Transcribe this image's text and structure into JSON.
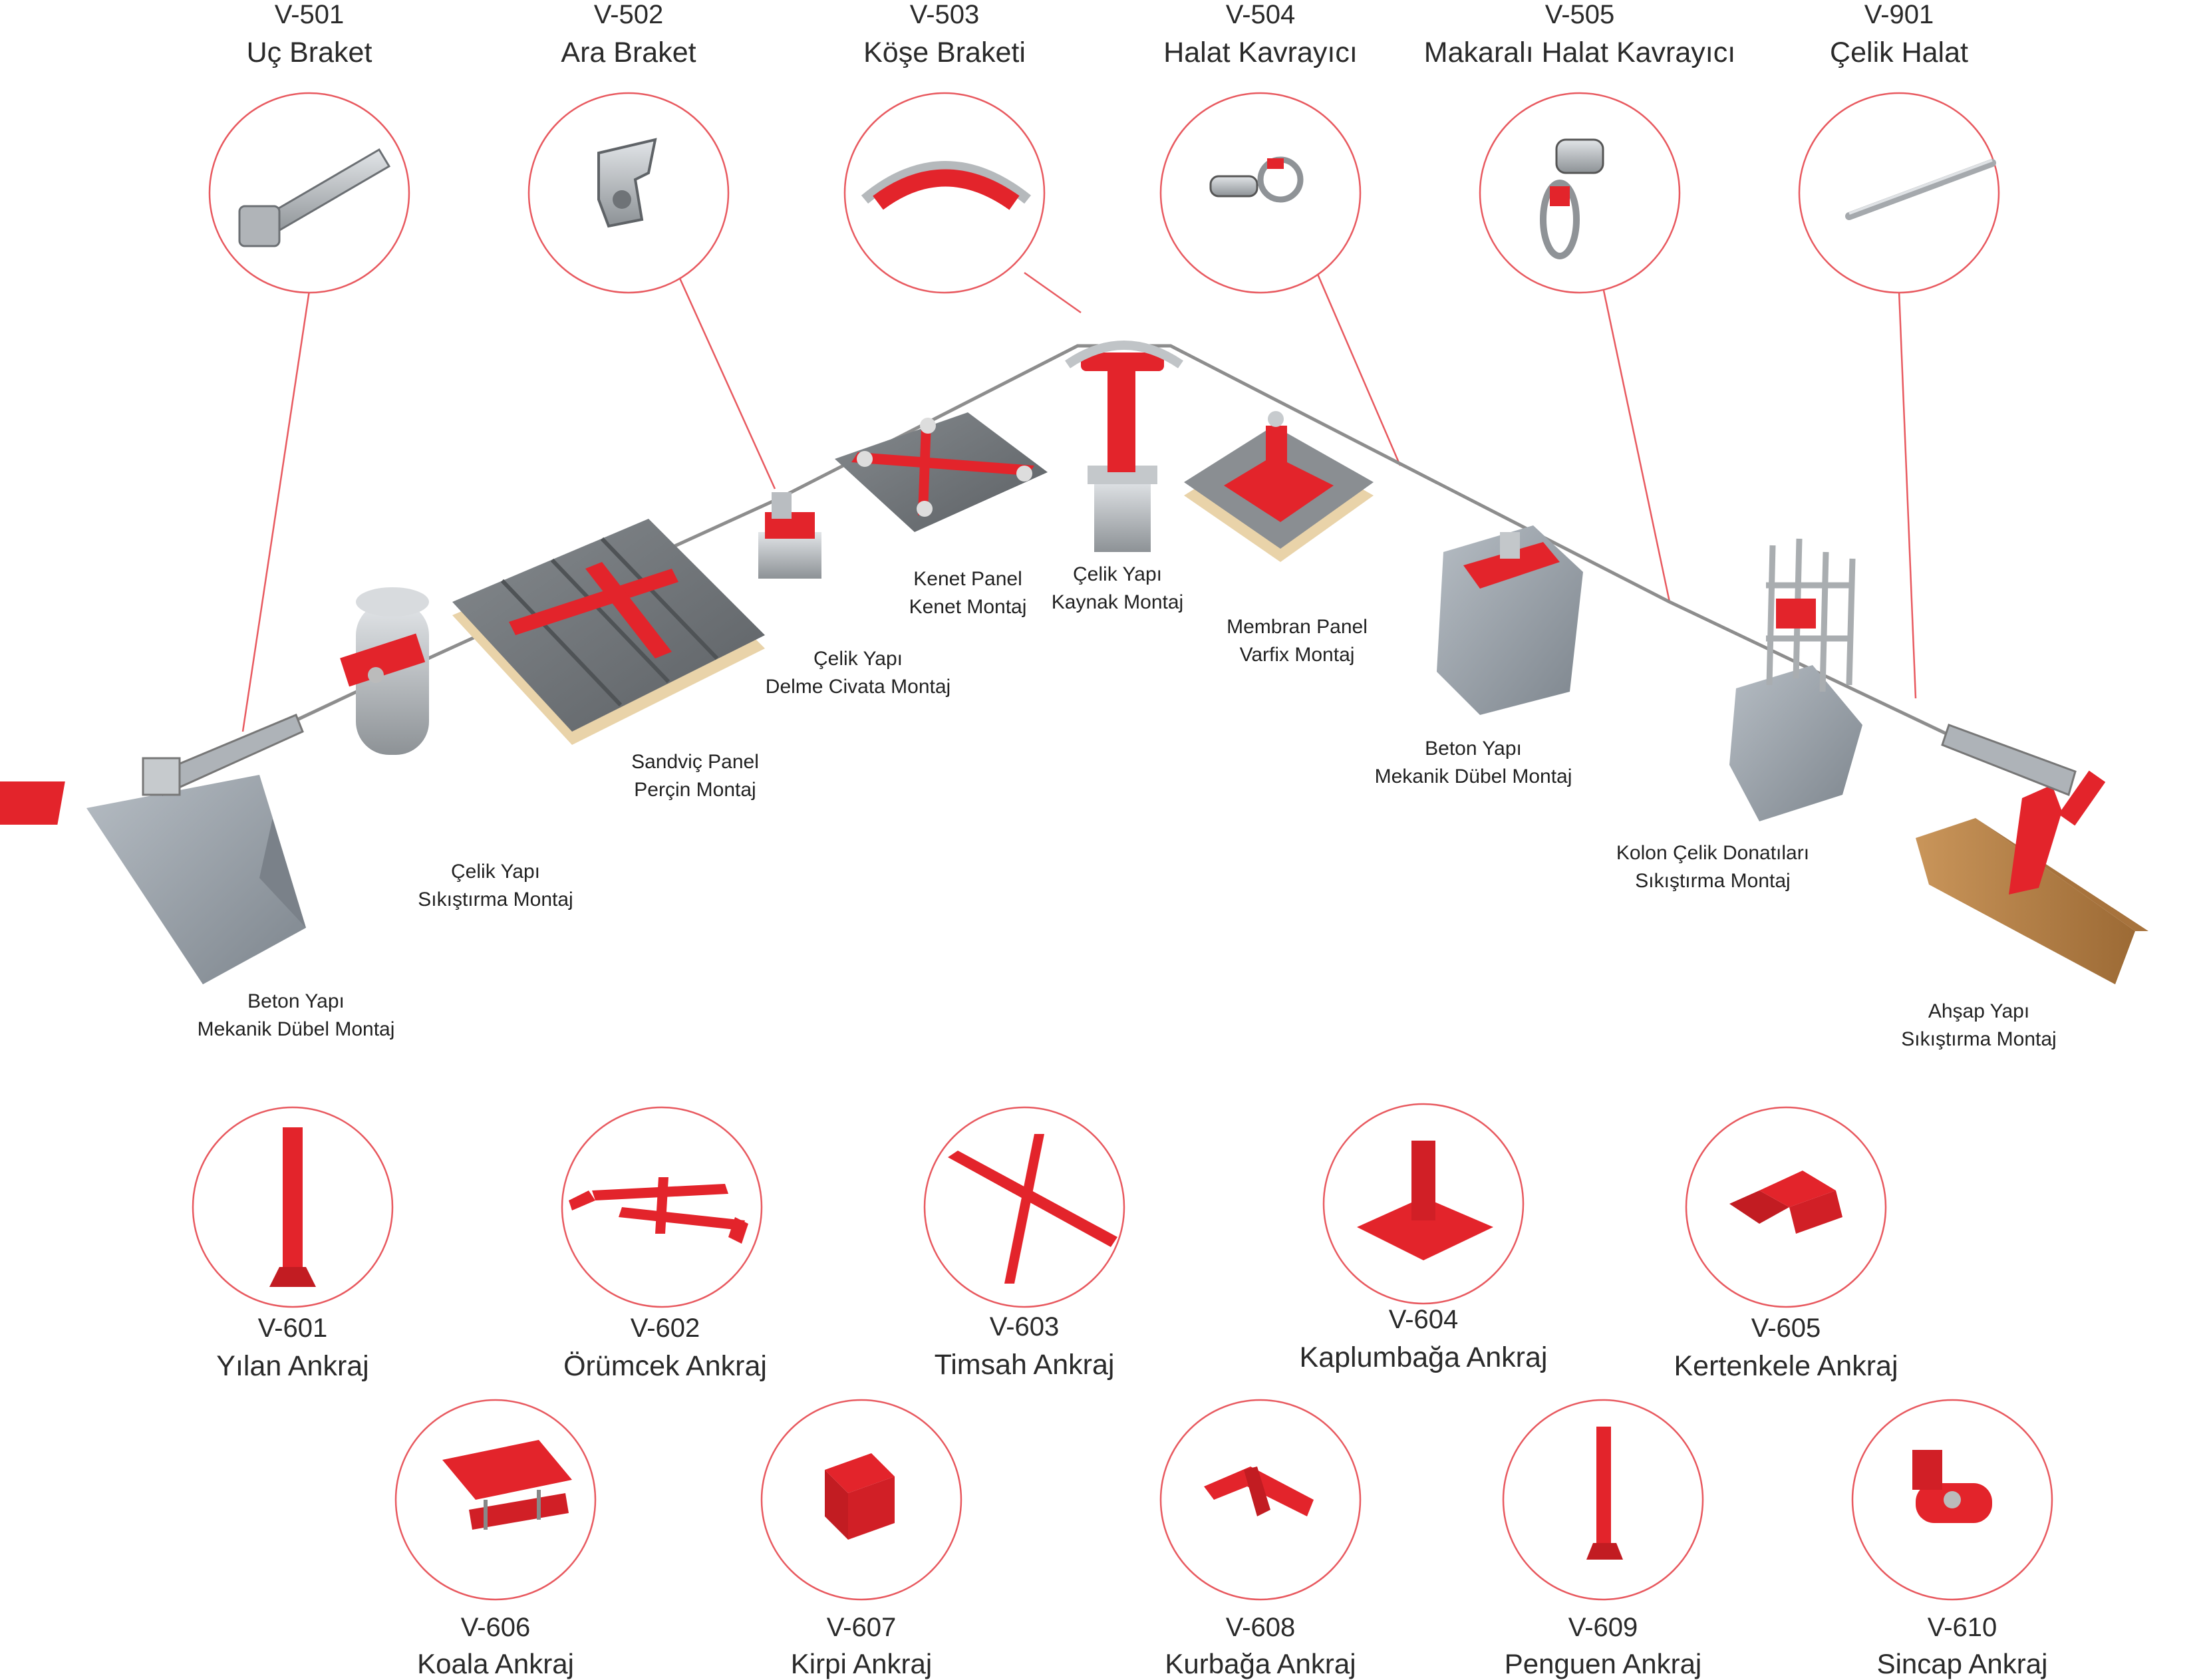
{
  "colors": {
    "accent": "#e3242b",
    "circle_stroke": "#e8595f",
    "cable": "#8a8a8a",
    "concrete": "#9aa3ab",
    "panel": "#6f7478",
    "steel": "#b8bcc0",
    "wood": "#b9854a",
    "foam": "#e9d3a9"
  },
  "top_products": [
    {
      "code": "V-501",
      "name": "Uç Braket",
      "icon": "end-bracket-icon"
    },
    {
      "code": "V-502",
      "name": "Ara Braket",
      "icon": "intermediate-bracket-icon"
    },
    {
      "code": "V-503",
      "name": "Köşe Braketi",
      "icon": "corner-bracket-icon"
    },
    {
      "code": "V-504",
      "name": "Halat Kavrayıcı",
      "icon": "rope-grab-icon"
    },
    {
      "code": "V-505",
      "name": "Makaralı Halat Kavrayıcı",
      "icon": "roller-rope-grab-icon"
    },
    {
      "code": "V-901",
      "name": "Çelik Halat",
      "icon": "steel-cable-icon"
    }
  ],
  "mountings": [
    {
      "line1": "Beton Yapı",
      "line2": "Mekanik Dübel Montaj"
    },
    {
      "line1": "Çelik Yapı",
      "line2": "Sıkıştırma Montaj"
    },
    {
      "line1": "Sandviç Panel",
      "line2": "Perçin Montaj"
    },
    {
      "line1": "Çelik Yapı",
      "line2": "Delme Civata Montaj"
    },
    {
      "line1": "Kenet Panel",
      "line2": "Kenet Montaj"
    },
    {
      "line1": "Çelik Yapı",
      "line2": "Kaynak Montaj"
    },
    {
      "line1": "Membran Panel",
      "line2": "Varfix Montaj"
    },
    {
      "line1": "Beton Yapı",
      "line2": "Mekanik Dübel Montaj"
    },
    {
      "line1": "Kolon Çelik Donatıları",
      "line2": "Sıkıştırma Montaj"
    },
    {
      "line1": "Ahşap Yapı",
      "line2": "Sıkıştırma Montaj"
    }
  ],
  "anchors_row1": [
    {
      "code": "V-601",
      "name": "Yılan Ankraj",
      "icon": "post-anchor-icon"
    },
    {
      "code": "V-602",
      "name": "Örümcek Ankraj",
      "icon": "spider-anchor-icon"
    },
    {
      "code": "V-603",
      "name": "Timsah Ankraj",
      "icon": "cross-anchor-icon"
    },
    {
      "code": "V-604",
      "name": "Kaplumbağa Ankraj",
      "icon": "plate-post-anchor-icon"
    },
    {
      "code": "V-605",
      "name": "Kertenkele Ankraj",
      "icon": "bridge-anchor-icon"
    }
  ],
  "anchors_row2": [
    {
      "code": "V-606",
      "name": "Koala Ankraj",
      "icon": "clamp-anchor-icon"
    },
    {
      "code": "V-607",
      "name": "Kirpi Ankraj",
      "icon": "box-anchor-icon"
    },
    {
      "code": "V-608",
      "name": "Kurbağa Ankraj",
      "icon": "omega-anchor-icon"
    },
    {
      "code": "V-609",
      "name": "Penguen Ankraj",
      "icon": "slim-post-anchor-icon"
    },
    {
      "code": "V-610",
      "name": "Sincap Ankraj",
      "icon": "pipe-clamp-anchor-icon"
    }
  ]
}
